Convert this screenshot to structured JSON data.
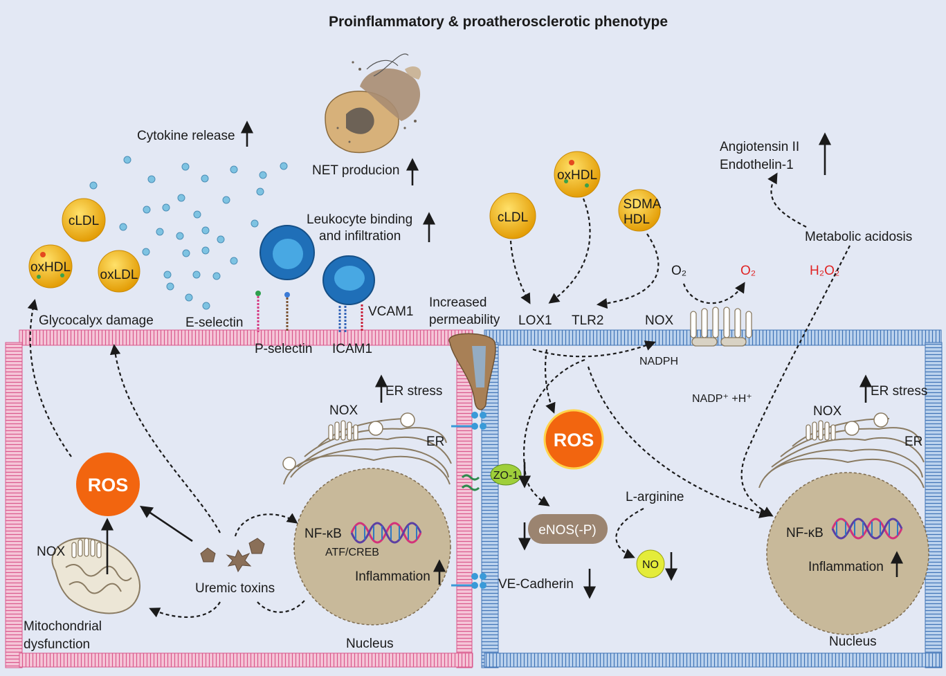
{
  "title": "Proinflammatory & proatherosclerotic phenotype",
  "labels": {
    "cytokine_release": "Cytokine release",
    "net_production": "NET producion",
    "leukocyte_line1": "Leukocyte binding",
    "leukocyte_line2": "and infiltration",
    "glycocalyx_damage": "Glycocalyx damage",
    "e_selectin": "E-selectin",
    "p_selectin": "P-selectin",
    "icam1": "ICAM1",
    "vcam1": "VCAM1",
    "increased_line1": "Increased",
    "increased_line2": "permeability",
    "lox1": "LOX1",
    "tlr2": "TLR2",
    "nox_membrane": "NOX",
    "nadph": "NADPH",
    "nadp_h": "NADP⁺ +H⁺",
    "angiotensin": "Angiotensin  II",
    "endothelin": "Endothelin-1",
    "metabolic_acidosis": "Metabolic acidosis",
    "h2o2": "H₂O₂",
    "o2_left": "O₂",
    "o2_right": "O₂",
    "er_stress_left": "ER stress",
    "er_stress_right": "ER stress",
    "nox_er_left": "NOX",
    "nox_er_right": "NOX",
    "er_left": "ER",
    "er_right": "ER",
    "ros_left": "ROS",
    "ros_right": "ROS",
    "nox_mito": "NOX",
    "mito_line1": "Mitochondrial",
    "mito_line2": "dysfunction",
    "uremic_toxins": "Uremic toxins",
    "nfkb_left": "NF-κB",
    "atf_creb": "ATF/CREB",
    "inflammation_left": "Inflammation",
    "nucleus_left": "Nucleus",
    "nfkb_right": "NF-κB",
    "inflammation_right": "Inflammation",
    "nucleus_right": "Nucleus",
    "zo1": "ZO-1",
    "ve_cadherin": "VE-Cadherin",
    "enos": "eNOS(-P)",
    "l_arginine": "L-arginine",
    "no": "NO"
  },
  "lipids": {
    "cldl_left": "cLDL",
    "oxhdl_left": "oxHDL",
    "oxldl_left": "oxLDL",
    "cldl_right": "cLDL",
    "oxhdl_right": "oxHDL",
    "sdma_line1": "SDMA",
    "sdma_line2": "HDL"
  },
  "colors": {
    "background": "#e3e8f4",
    "ros": "#f2650f",
    "left_membrane": "#e07aa4",
    "right_membrane": "#5f8ec8",
    "nucleus": "#c8b99a",
    "lipid": "#f0b712",
    "leukocyte": "#1f6fb8",
    "no_circle": "#e4ec3a",
    "zo1": "#9fcf3a",
    "h2o2": "#e02424",
    "enos": "#9b8470"
  }
}
